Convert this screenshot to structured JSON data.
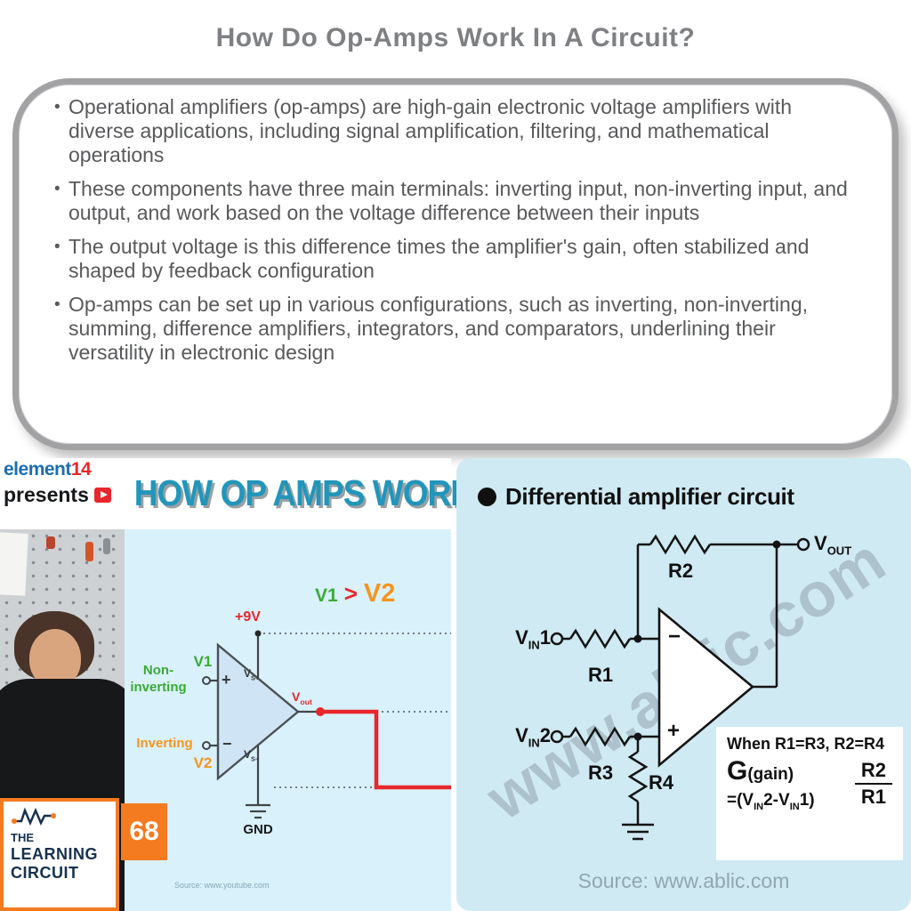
{
  "page": {
    "title": "How Do Op-Amps Work In A Circuit?",
    "bullet_char": "•"
  },
  "bullets": [
    "Operational amplifiers (op-amps) are high-gain electronic voltage amplifiers with diverse applications, including signal amplification, filtering, and mathematical operations",
    "These components have three main terminals: inverting input, non-inverting input, and output, and work based on the voltage difference between their inputs",
    "The output voltage is this difference times the amplifier's gain, often stabilized and shaped by feedback configuration",
    "Op-amps can be set up in various configurations, such as inverting, non-inverting, summing, difference amplifiers, integrators, and comparators, underlining their versatility in electronic design"
  ],
  "video_panel": {
    "brand_element": "element",
    "brand_14": "14",
    "presents": "presents",
    "headline": "HOW OP AMPS WORK",
    "episode": "68",
    "logo": {
      "line1": "THE",
      "line2": "LEARNING",
      "line3": "CIRCUIT"
    },
    "source": "Source: www.youtube.com",
    "labels": {
      "supply": "+9V",
      "v1": "V1",
      "non_inverting_1": "Non-",
      "non_inverting_2": "inverting",
      "inverting": "Inverting",
      "v2": "V2",
      "plus": "+",
      "minus": "−",
      "vs_plus_main": "V",
      "vs_plus_sub": "S+",
      "vs_minus_main": "V",
      "vs_minus_sub": "S−",
      "vout_main": "V",
      "vout_sub": "out",
      "gnd": "GND",
      "cmp_v1": "V1",
      "cmp_gt": ">",
      "cmp_v2": "V2"
    }
  },
  "diff_panel": {
    "title": "Differential amplifier circuit",
    "labels": {
      "vin1_main": "V",
      "vin1_sub": "IN",
      "vin1_num": "1",
      "vin2_main": "V",
      "vin2_sub": "IN",
      "vin2_num": "2",
      "r1": "R1",
      "r2": "R2",
      "r3": "R3",
      "r4": "R4",
      "vout_main": "V",
      "vout_sub": "OUT",
      "minus": "−",
      "plus": "+"
    },
    "formula": {
      "condition": "When R1=R3, R2=R4",
      "g": "G",
      "gain": "(gain)",
      "p1": "=(V",
      "s1": "IN",
      "p2": "2-V",
      "s2": "IN",
      "p3": "1)",
      "frac_num": "R2",
      "frac_den": "R1"
    },
    "watermark": "www.ablic.com",
    "source": "Source: www.ablic.com"
  },
  "colors": {
    "title-gray": "#7e8083",
    "text-gray": "#58595b",
    "box-border": "#a2a2a4",
    "teal": "#2196ba",
    "green": "#3aaa35",
    "orange": "#f7941d",
    "red": "#e8262b",
    "brand-blue": "#1a6fb5",
    "logo-navy": "#16324f",
    "logo-orange": "#f47b20",
    "cyan-bg": "#d9f1fb",
    "panel-blue": "#cfeaf3"
  }
}
